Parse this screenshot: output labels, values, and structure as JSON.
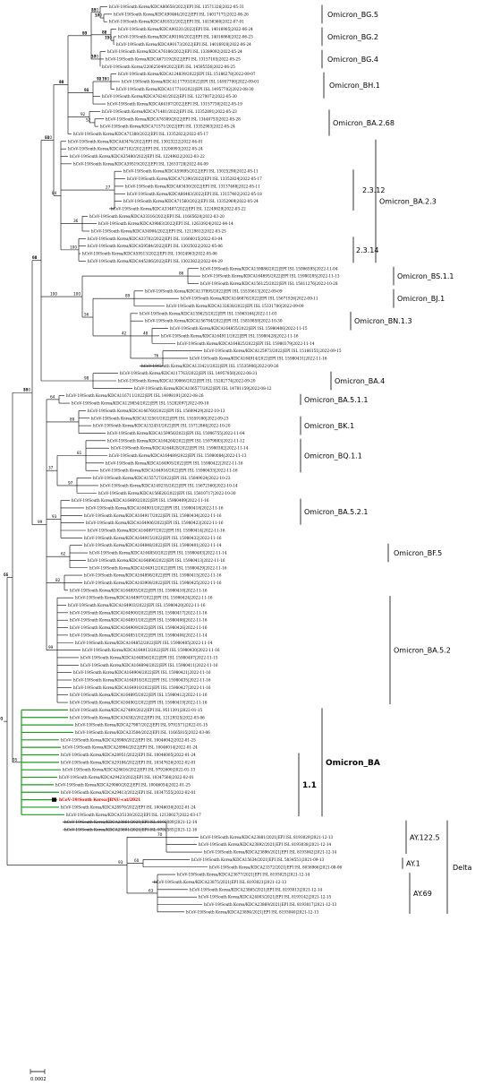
{
  "leaves": [
    "hCoV-19/South Korea/KDCA80658/2022|EPI ISL 13571326|2022-05-31",
    "hCoV-19/South Korea/KDCA90464/2022|EPI ISL 14017171|2022-06-26",
    "hCoV-19/South Korea/KDCA91832/2022|EPI ISL 14156360|2022-07-01",
    "hCoV-19/South Korea/KDCA90231/2022|EPI ISL 14016985|2022-06-24",
    "hCoV-19/South Korea/KDCA90104/2022|EPI ISL 14016868|2022-06-23",
    "hCoV-19/South Korea/KDCA90173/2022|EPI ISL 14016920|2022-06-24",
    "hCoV-19/South Korea/KDCA76186/2022|EPI ISL 13389092|2022-05-24",
    "hCoV-19/South Korea/KDCA67119/2022|EPI ISL 13157185|2022-05-25",
    "hCoV-19/South Korea/220625049/2022|EPI ISL 14595556|2022-06-25",
    "hCoV-19/South Korea/KDCA124839/2022|EPI ISL 15186278|2022-09-07",
    "hCoV-19/South Korea/KDCA117793/2022|EPI ISL 14957700|2022-09-01",
    "hCoV-19/South Korea/KDCA117710/2022|EPI ISL 14957702|2022-08-30",
    "hCoV-19/South Korea/KDCA76241/2022|EPI ISL 12270072|2022-05-30",
    "hCoV-19/South Korea/KDCA64107/2022|EPI ISL 13157730|2022-05-19",
    "hCoV-19/South Korea/KDCA71481/2022|EPI ISL 13352891|2022-05-23",
    "hCoV-19/South Korea/KDCA76389/2022|EPI ISL 13440753|2022-05-28",
    "hCoV-19/South Korea/KDCA71571/2022|EPI ISL 13352983|2022-05-24",
    "hCoV-19/South Korea/KDCA71388/2022|EPI ISL 13352822|2022-05-17",
    "hCoV-19/South Korea/KDCA43474/2022|EPI ISL 13023222|2022-04-01",
    "hCoV-19/South Korea/KDCA67102/2022|EPI ISL 13200993|2022-05-24",
    "hCoV-19/South Korea/KDCA35480/2022|EPI ISL 12249822|2022-03-22",
    "hCoV-19/South Korea/KDCA39519/2022|EPI ISL 12633728|2022-04-09",
    "hCoV-19/South Korea/KDCA59895/2022|EPI ISL 13025290|2022-05-11",
    "hCoV-19/South Korea/KDCA71390/2022|EPI ISL 13352824|2022-05-17",
    "hCoV-19/South Korea/KDCA63430/2022|EPI ISL 13137468|2022-05-11",
    "hCoV-19/South Korea/KDCA66483/2022|EPI ISL 13157402|2022-05-18",
    "hCoV-19/South Korea/KDCA71560/2022|EPI ISL 13352969|2022-05-24",
    "hCoV-19/South Korea/KDCA33487/2022|EPI ISL 12249829|2022-03-22",
    "hCoV-19/South Korea/KDCA33316/2022|EPI ISL 11665620|2022-03-20",
    "hCoV-19/South Korea/KDCA39863/2022|EPI ISL 12633924|2022-04-14",
    "hCoV-19/South Korea/KDCA34904/2022|EPI ISL 12129812|2022-03-25",
    "hCoV-19/South Korea/KDCA33702/2022|EPI ISL 11666015|2022-03-04",
    "hCoV-19/South Korea/KDCA59584/2022|EPI ISL 13025022|2022-05-06",
    "hCoV-19/South Korea/KDCA59513/2022|EPI ISL 13024963|2022-05-06",
    "hCoV-19/South Korea/KDCA45206/2022|EPI ISL 13023822|2022-04-29",
    "hCoV-19/South Korea/KDCA159886/2022|EPI ISL 15906595|2022-11-04",
    "hCoV-19/South Korea/KDCA164695/2022|EPI ISL 15980285|2022-11-13",
    "hCoV-19/South Korea/KDCA156125/2022|EPI ISL 15811276|2022-10-28",
    "hCoV-19/South Korea/KDCA137895/2022|EPI ISL 15535613|2022-09-09",
    "hCoV-19/South Korea/KDCA146876/2022|EPI ISL 15671926|2022-09-11",
    "hCoV-19/South Korea/KDCA132638/2022|EPI ISL 15331700|2022-09-09",
    "hCoV-19/South Korea/KDCA159625/2022|EPI ISL 15963164|2022-11-03",
    "hCoV-19/South Korea/KDCA156784/2022|EPI ISL 15810859|2022-10-30",
    "hCoV-19/South Korea/KDCA164855/2022|EPI ISL 15980406|2022-11-15",
    "hCoV-19/South Korea/KDCA164911/2022|EPI ISL 15980428|2022-11-16",
    "hCoV-19/South Korea/KDCA164825/2022|EPI ISL 15980379|2022-11-14",
    "hCoV-19/South Korea/KDCA125973/2022|EPI ISL 15166151|2022-09-15",
    "hCoV-19/South Korea/KDCA164914/2022|EPI ISL 15980431|2022-11-16",
    "hCoV-19/South Korea/KDCA133421/2022|EPI ISL 15535906|2022-09-26",
    "hCoV-19/South Korea/KDCA117763/2022|EPI ISL 14957850|2022-08-31",
    "hCoV-19/South Korea/KDCA130066/2022|EPI ISL 15282774|2022-09-20",
    "hCoV-19/South Korea/KDCA106577/2022|EPI ISL 14781159|2022-08-12",
    "hCoV-19/South Korea/KDCA116711/2022|EPI ISL 14998191|2022-08-26",
    "hCoV-19/South Korea/KDCA129854/2022|EPI ISL 15282097|2022-09-18",
    "hCoV-19/South Korea/KDCA146760/2022|EPI ISL 15609429|2022-10-13",
    "hCoV-19/South Korea/KDCA132501/2022|EPI ISL 15559180|2022-09-23",
    "hCoV-19/South Korea/KDCA152451/2022|EPI ISL 15712864|2022-10-20",
    "hCoV-19/South Korea/KDCA159956/2022|EPI ISL 15906755|2022-11-04",
    "hCoV-19/South Korea/KDCA164264/2022|EPI ISL 15979883|2022-11-12",
    "hCoV-19/South Korea/KDCA164828/2022|EPI ISL 15980382|2022-11-14",
    "hCoV-19/South Korea/KDCA164489/2022|EPI ISL 15980084|2022-11-13",
    "hCoV-19/South Korea/KDCA164905/2022|EPI ISL 15980422|2022-11-16",
    "hCoV-19/South Korea/KDCA164916/2022|EPI ISL 15980433|2022-11-16",
    "hCoV-19/South Korea/KDCA155727/2022|EPI ISL 15849024|2022-10-23",
    "hCoV-19/South Korea/KDCA149235/2022|EPI ISL 15672360|2022-10-14",
    "hCoV-19/South Korea/KDCA156626/2022|EPI ISL 15810717|2022-10-30",
    "hCoV-19/South Korea/KDCA164892/2022|EPI ISL 15980409|2022-11-16",
    "hCoV-19/South Korea/KDCA164901/2022|EPI ISL 15980418|2022-11-16",
    "hCoV-19/South Korea/KDCA164917/2022|EPI ISL 15980434|2022-11-16",
    "hCoV-19/South Korea/KDCA164906/2022|EPI ISL 15980423|2022-11-16",
    "hCoV-19/South Korea/KDCA164897/2022|EPI ISL 15980414|2022-11-16",
    "hCoV-19/South Korea/KDCA164915/2022|EPI ISL 15980432|2022-11-16",
    "hCoV-19/South Korea/KDCA164848/2022|EPI ISL 15980401|2022-11-14",
    "hCoV-19/South Korea/KDCA164850/2022|EPI ISL 15980403|2022-11-14",
    "hCoV-19/South Korea/KDCA164896/2022|EPI ISL 15980413|2022-11-16",
    "hCoV-19/South Korea/KDCA164912/2022|EPI ISL 15980429|2022-11-16",
    "hCoV-19/South Korea/KDCA164898/2022|EPI ISL 15980415|2022-11-16",
    "hCoV-19/South Korea/KDCA163908/2022|EPI ISL 15980425|2022-11-16",
    "hCoV-19/South Korea/KDCA164893/2022|EPI ISL 15980410|2022-11-16",
    "hCoV-19/South Korea/KDCA164907/2022|EPI ISL 15980424|2022-11-16",
    "hCoV-19/South Korea/KDCA164903/2022|EPI ISL 15980420|2022-11-16",
    "hCoV-19/South Korea/KDCA164900/2022|EPI ISL 15980417|2022-11-16",
    "hCoV-19/South Korea/KDCA164891/2022|EPI ISL 15980408|2022-11-16",
    "hCoV-19/South Korea/KDCA164909/2022|EPI ISL 15980426|2022-11-16",
    "hCoV-19/South Korea/KDCA164851/2022|EPI ISL 15980404|2022-11-14",
    "hCoV-19/South Korea/KDCA164852/2022|EPI ISL 15980405|2022-11-14",
    "hCoV-19/South Korea/KDCA164913/2022|EPI ISL 15980430|2022-11-16",
    "hCoV-19/South Korea/KDCA164856/2022|EPI ISL 15980407|2022-11-15",
    "hCoV-19/South Korea/KDCA164894/2022|EPI ISL 15980411|2022-11-16",
    "hCoV-19/South Korea/KDCA164904/2022|EPI ISL 15980421|2022-11-16",
    "hCoV-19/South Korea/KDCA164918/2022|EPI ISL 15980435|2022-11-16",
    "hCoV-19/South Korea/KDCA164910/2022|EPI ISL 15980427|2022-11-16",
    "hCoV-19/South Korea/KDCA164895/2022|EPI ISL 15980412|2022-11-16",
    "hCoV-19/South Korea/KDCA164902/2022|EPI ISL 15980419|2022-11-16",
    "hCoV-19/South Korea/KDCA27489/2022|EPI ISL 9511391|2022-01-15",
    "hCoV-19/South Korea/KDCA34382/2022|EPI ISL 12129325|2022-03-06",
    "hCoV-19/South Korea/KDCA27987/2022|EPI ISL 9792571|2022-01-15",
    "hCoV-19/South Korea/KDCA33504/2022|EPI ISL 11665815|2022-03-06",
    "hCoV-19/South Korea/KDCA28988/2022|EPI ISL 10046042|2022-01-25",
    "hCoV-19/South Korea/KDCA28964/2022|EPI ISL 10046014|2022-01-24",
    "hCoV-19/South Korea/KDCA28951/2022|EPI ISL 10046005|2022-01-24",
    "hCoV-19/South Korea/KDCA29184/2022|EPI ISL 10347626|2022-02-01",
    "hCoV-19/South Korea/KDCA28616/2022|EPI ISL 9792600|2022-01-13",
    "hCoV-19/South Korea/KDCA29423/2022|EPI ISL 10347566|2022-02-01",
    "hCoV-19/South Korea/KDCA29060/2022|EPI ISL 10046054|2022-01-25",
    "hCoV-19/South Korea/KDCA29413/2022|EPI ISL 10347555|2022-02-01",
    "hCoV-19/South Korea/JBNU-cat/2021",
    "hCoV-19/South Korea/KDCA28976/2022|EPI ISL 10046030|2022-01-24",
    "hCoV-19/South Korea/KDCA35138/2022|EPI ISL 12130027|2022-03-17",
    "hCoV-19/South Korea/KDCA23861/2021|EPI ISL 8193089|2021-12-14",
    "hCoV-19/South Korea/KDCA23601/2021|EPI ISL 9792585|2021-12-16",
    "hCoV-19/South Korea/KDCA23881/2021|EPI ISL 8193029|2021-12-13",
    "hCoV-19/South Korea/KDCA23892/2021|EPI ISL 8193038|2021-12-14",
    "hCoV-19/South Korea/KDCA23896/2021|EPI ISL 8193042|2021-12-14",
    "hCoV-19/South Korea/KDCA15634/2021|EPI ISL 5834551|2021-09-13",
    "hCoV-19/South Korea/KDCA23372/2021|EPI ISL 8036966|2021-08-06",
    "hCoV-19/South Korea/KDCA23877/2021|EPI ISL 8193025|2021-12-14",
    "hCoV-19/South Korea/KDCA23875/2021|EPI ISL 8193021|2021-12-13",
    "hCoV-19/South Korea/KDCA23865/2021|EPI ISL 8193013|2021-12-14",
    "hCoV-19/South Korea/KDCA24003/2021|EPI ISL 8193142|2021-12-15",
    "hCoV-19/South Korea/KDCA23869/2021|EPI ISL 8193017|2021-12-13",
    "hCoV-19/South Korea/KDCA23894/2021|EPI ISL 8193040|2021-12-13"
  ],
  "highlight_leaf": "hCoV-19/South Korea/JBNU-cat/2021",
  "clade_labels": {
    "bg5": "Omicron_BG.5",
    "bg2": "Omicron_BG.2",
    "bg4": "Omicron_BG.4",
    "bh1": "Omicron_BH.1",
    "ba268": "Omicron_BA.2.68",
    "l2312": "2.3.12",
    "ba23": "Omicron_BA.2.3",
    "l2314": "2.3.14",
    "bs11": "Omicron_BS.1.1",
    "bj1": "Omicron_BJ.1",
    "bn13": "Omicron_BN.1.3",
    "ba4": "Omicron_BA.4",
    "ba511": "Omicron_BA.5.1.1",
    "bk1": "Omicron_BK.1",
    "bq11": "Omicron_BQ.1.1",
    "ba521": "Omicron_BA.5.2.1",
    "bf5": "Omicron_BF.5",
    "ba52": "Omicron_BA.5.2",
    "ba": "Omicron_BA",
    "l11": "1.1",
    "ay1225": "AY.122.5",
    "ay1": "AY.1",
    "ay69": "AY.69",
    "delta": "Delta"
  },
  "bootstrap": [
    "93",
    "65",
    "100",
    "68",
    "61",
    "44",
    "99",
    "88",
    "57",
    "86",
    "73",
    "57",
    "54",
    "72",
    "76",
    "92",
    "52",
    "84",
    "27",
    "36",
    "100",
    "100",
    "100",
    "86",
    "56",
    "89",
    "42",
    "48",
    "76",
    "98",
    "99",
    "64",
    "89",
    "37",
    "81",
    "97",
    "93",
    "62",
    "82",
    "99",
    "95",
    "93",
    "70",
    "60",
    "63",
    "51",
    "56",
    "88",
    "94",
    "100",
    "98",
    "83",
    "100",
    "100",
    "82",
    "100",
    "100",
    "91",
    "90",
    "100"
  ],
  "scale": {
    "label": "0.0002"
  },
  "colors": {
    "branch": "#000000",
    "lineage_ba": "#1f9a1f",
    "highlight": "#e00000"
  }
}
